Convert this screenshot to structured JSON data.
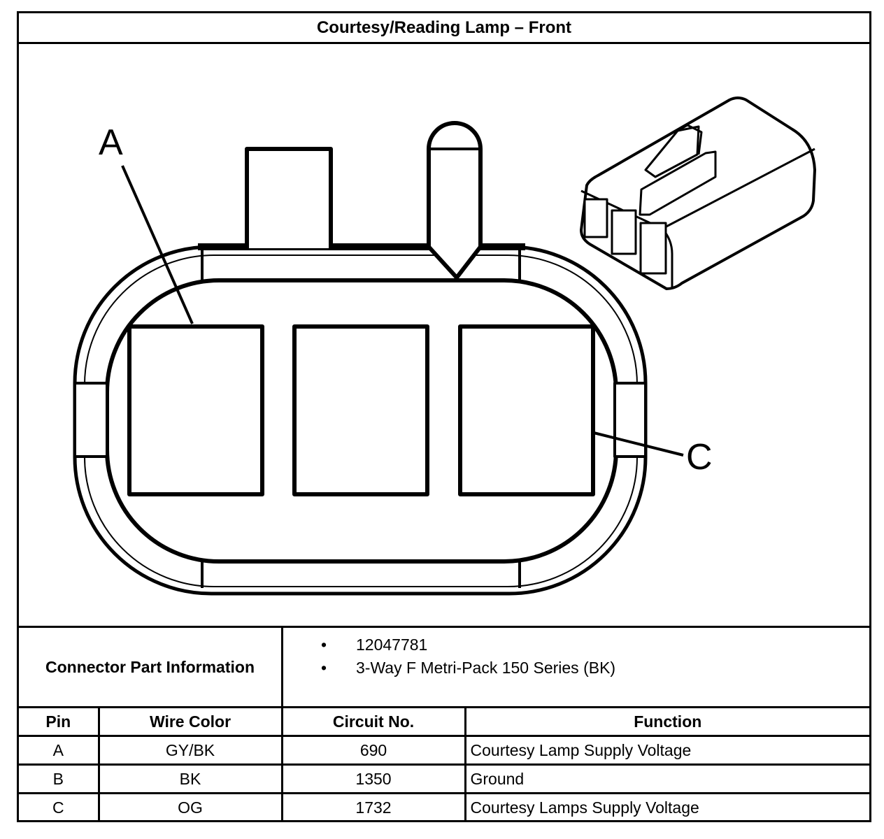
{
  "title": "Courtesy/Reading Lamp – Front",
  "diagram": {
    "callouts": {
      "a": "A",
      "c": "C"
    }
  },
  "connector_info": {
    "label": "Connector Part Information",
    "items": [
      {
        "bullet": "•",
        "text": "12047781"
      },
      {
        "bullet": "•",
        "text": "3-Way F Metri-Pack 150 Series (BK)"
      }
    ]
  },
  "pin_table": {
    "headers": {
      "pin": "Pin",
      "wire_color": "Wire Color",
      "circuit": "Circuit No.",
      "function": "Function"
    },
    "rows": [
      {
        "pin": "A",
        "wire_color": "GY/BK",
        "circuit": "690",
        "function": "Courtesy Lamp Supply Voltage"
      },
      {
        "pin": "B",
        "wire_color": "BK",
        "circuit": "1350",
        "function": "Ground"
      },
      {
        "pin": "C",
        "wire_color": "OG",
        "circuit": "1732",
        "function": "Courtesy Lamps Supply Voltage"
      }
    ]
  }
}
